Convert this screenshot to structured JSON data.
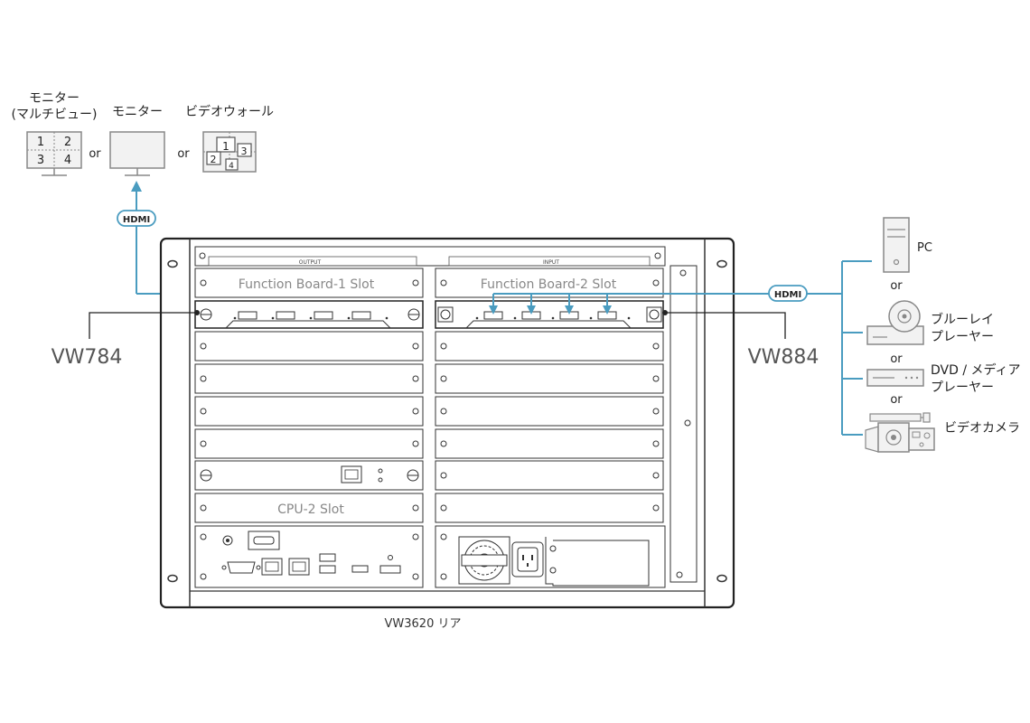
{
  "labels": {
    "monitor_multiview_line1": "モニター",
    "monitor_multiview_line2": "(マルチビュー)",
    "monitor": "モニター",
    "videowall": "ビデオウォール",
    "or": "or",
    "hdmi": "HDMI",
    "output": "OUTPUT",
    "input": "INPUT",
    "fb1": "Function Board-1 Slot",
    "fb2": "Function Board-2 Slot",
    "cpu2": "CPU-2 Slot",
    "vw784": "VW784",
    "vw884": "VW884",
    "caption": "VW3620 リア",
    "pc": "PC",
    "bluray_line1": "ブルーレイ",
    "bluray_line2": "プレーヤー",
    "dvd_line1": "DVD / メディア",
    "dvd_line2": "プレーヤー",
    "camera": "ビデオカメラ"
  },
  "multiview_numbers": [
    "1",
    "2",
    "3",
    "4"
  ],
  "videowall_numbers": [
    "1",
    "2",
    "3",
    "4"
  ],
  "colors": {
    "cable": "#4a9cc0",
    "line": "#333333",
    "device_stroke": "#888888",
    "device_fill": "#f2f2f2"
  }
}
